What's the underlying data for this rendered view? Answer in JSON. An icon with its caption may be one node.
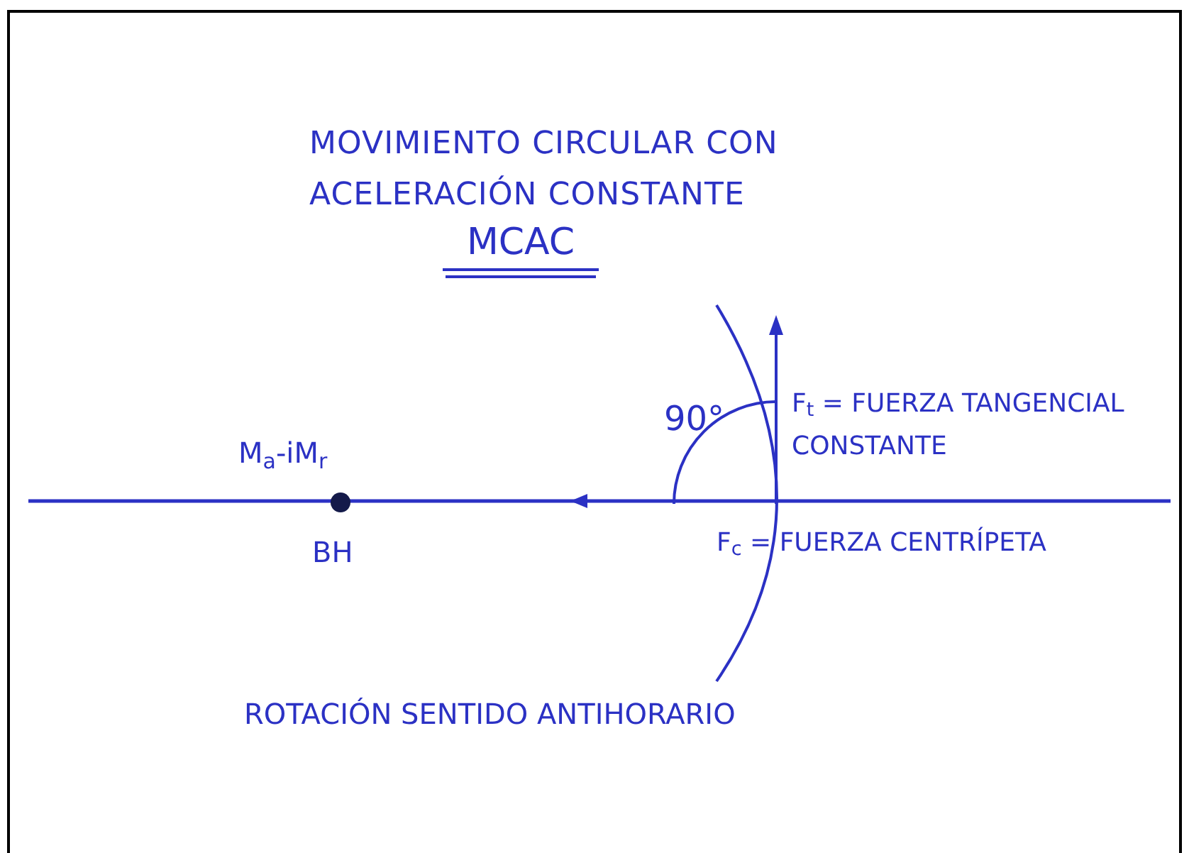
{
  "diagram": {
    "title": "MOVIMIENTO CIRCULAR CON ACELERACIÓN CONSTANTE",
    "labels": [
      "MCAC",
      "M$_{a}$-iM$_{r}$",
      "BH",
      "90°",
      "F$_{t}$ = FUERZA TANGENCIAL CONSTANTE",
      "F$_{c}$ = FUERZA CENTRÍPETA",
      "ROTACIÓN SENTIDO ANTIHORARIO"
    ]
  }
}
